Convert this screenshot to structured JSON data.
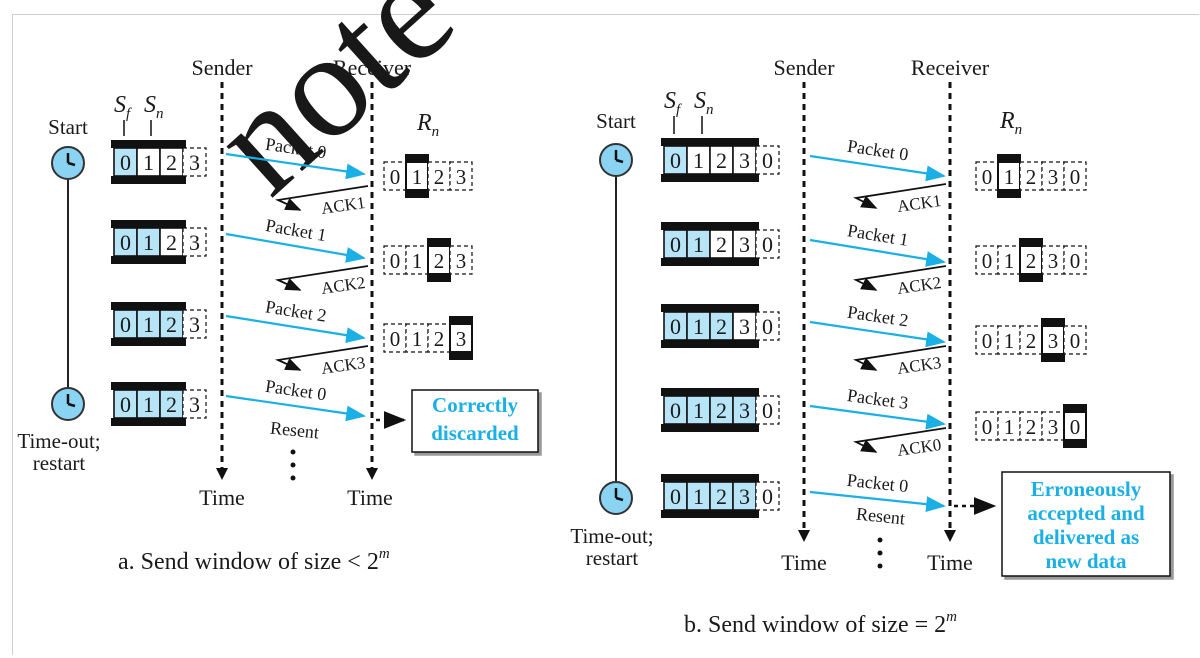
{
  "colors": {
    "accent": "#1ab0e6",
    "window_fill": "#b8e4f7",
    "clock_fill": "#8ad3f2",
    "callout_text": "#1ab0e6"
  },
  "watermark": "note",
  "panel_a": {
    "caption_prefix": "a. Send window of size < 2",
    "caption_sup": "m",
    "sender_label": "Sender",
    "receiver_label": "Receiver",
    "time_label": "Time",
    "sf_label": "S",
    "sf_sub": "f",
    "sn_label": "S",
    "sn_sub": "n",
    "rn_label": "R",
    "rn_sub": "n",
    "start_label": "Start",
    "timeout_label_1": "Time-out;",
    "timeout_label_2": "restart",
    "resent_label": "Resent",
    "callout": [
      "Correctly",
      "discarded"
    ],
    "sender_windows": [
      {
        "seq": [
          "0",
          "1",
          "2",
          "3"
        ],
        "shaded": 1
      },
      {
        "seq": [
          "0",
          "1",
          "2",
          "3"
        ],
        "shaded": 2
      },
      {
        "seq": [
          "0",
          "1",
          "2",
          "3"
        ],
        "shaded": 3
      },
      {
        "seq": [
          "0",
          "1",
          "2",
          "3"
        ],
        "shaded": 3
      }
    ],
    "receiver_windows": [
      {
        "seq": [
          "0",
          "1",
          "2",
          "3"
        ],
        "current": 1
      },
      {
        "seq": [
          "0",
          "1",
          "2",
          "3"
        ],
        "current": 2
      },
      {
        "seq": [
          "0",
          "1",
          "2",
          "3"
        ],
        "current": 3
      }
    ],
    "packets": [
      "Packet 0",
      "Packet 1",
      "Packet 2",
      "Packet 0"
    ],
    "acks": [
      "ACK1",
      "ACK2",
      "ACK3"
    ]
  },
  "panel_b": {
    "caption_prefix": "b. Send window of size = 2",
    "caption_sup": "m",
    "sender_label": "Sender",
    "receiver_label": "Receiver",
    "time_label": "Time",
    "sf_label": "S",
    "sf_sub": "f",
    "sn_label": "S",
    "sn_sub": "n",
    "rn_label": "R",
    "rn_sub": "n",
    "start_label": "Start",
    "timeout_label_1": "Time-out;",
    "timeout_label_2": "restart",
    "resent_label": "Resent",
    "callout": [
      "Erroneously",
      "accepted and",
      "delivered as",
      "new data"
    ],
    "sender_windows": [
      {
        "seq": [
          "0",
          "1",
          "2",
          "3",
          "0"
        ],
        "shaded": 1
      },
      {
        "seq": [
          "0",
          "1",
          "2",
          "3",
          "0"
        ],
        "shaded": 2
      },
      {
        "seq": [
          "0",
          "1",
          "2",
          "3",
          "0"
        ],
        "shaded": 3
      },
      {
        "seq": [
          "0",
          "1",
          "2",
          "3",
          "0"
        ],
        "shaded": 4
      },
      {
        "seq": [
          "0",
          "1",
          "2",
          "3",
          "0"
        ],
        "shaded": 4
      }
    ],
    "receiver_windows": [
      {
        "seq": [
          "0",
          "1",
          "2",
          "3",
          "0"
        ],
        "current": 1
      },
      {
        "seq": [
          "0",
          "1",
          "2",
          "3",
          "0"
        ],
        "current": 2
      },
      {
        "seq": [
          "0",
          "1",
          "2",
          "3",
          "0"
        ],
        "current": 3
      },
      {
        "seq": [
          "0",
          "1",
          "2",
          "3",
          "0"
        ],
        "current": 4
      }
    ],
    "packets": [
      "Packet 0",
      "Packet 1",
      "Packet 2",
      "Packet 3",
      "Packet 0"
    ],
    "acks": [
      "ACK1",
      "ACK2",
      "ACK3",
      "ACK0"
    ]
  }
}
